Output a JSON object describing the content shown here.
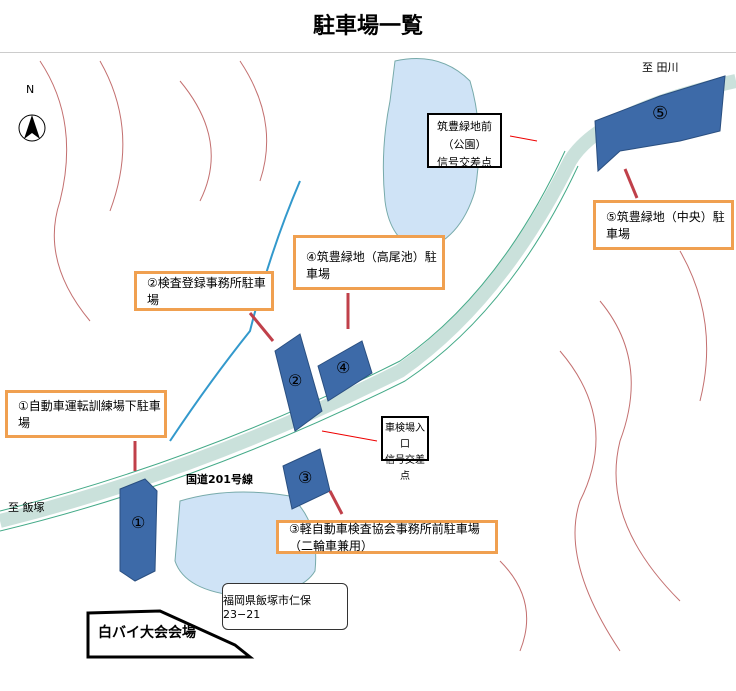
{
  "title": "駐車場一覧",
  "map": {
    "north": "N",
    "to_tagawa": "至 田川",
    "to_iizuka": "至 飯塚",
    "road": "国道201号線",
    "lots": [
      "①",
      "②",
      "③",
      "④",
      "⑤"
    ],
    "labels": {
      "lot1": "①自動車運転訓練場下駐車場",
      "lot2": "②検査登録事務所駐車場",
      "lot3": "③軽自動車検査協会事務所前駐車場（二輪車兼用）",
      "lot4": "④筑豊緑地（高尾池）駐車場",
      "lot5": "⑤筑豊緑地（中央）駐車場"
    },
    "signals": {
      "park_l1": "筑豊緑地前（公園）",
      "park_l2": "信号交差点",
      "inspect_l1": "車検場入口",
      "inspect_l2": "信号交差点"
    },
    "address": "福岡県飯塚市仁保23−21",
    "venue": "白バイ大会会場",
    "colors": {
      "lot": "#3d6aa8",
      "lake": "#cfe3f6",
      "label_border": "#f0a050",
      "arrow": "#c0404a"
    }
  }
}
